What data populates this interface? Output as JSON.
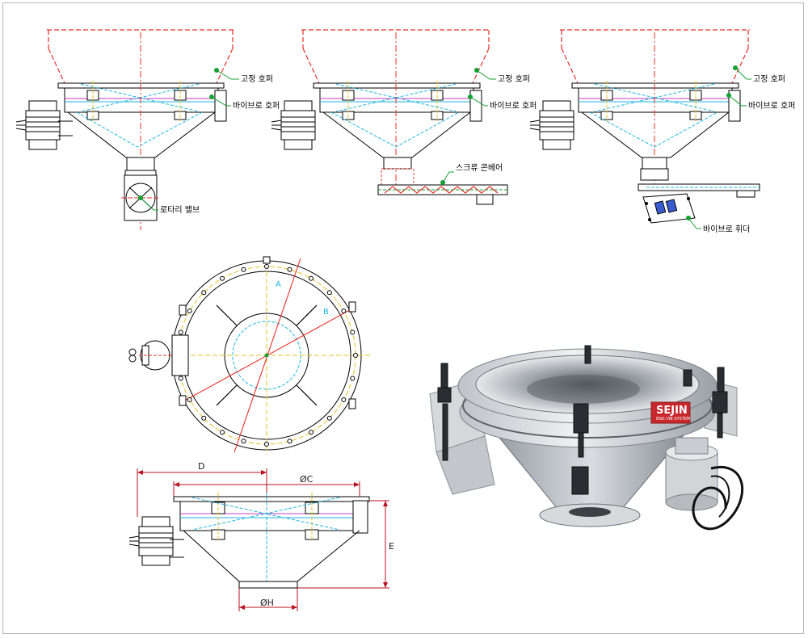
{
  "callouts": {
    "fixed_hopper_1": "고정 호퍼",
    "vibro_hopper_1": "바이브로 호퍼",
    "rotary_valve": "로타리 밸브",
    "fixed_hopper_2": "고정 호퍼",
    "vibro_hopper_2": "바이브로 호퍼",
    "screw_conveyor": "스크류 콘베어",
    "fixed_hopper_3": "고정 호퍼",
    "vibro_hopper_3": "바이브로 호퍼",
    "vibro_feeder": "바이브로 휘더"
  },
  "dimensions": {
    "A": "A",
    "B": "B",
    "D": "D",
    "C": "ØC",
    "E": "E",
    "H": "ØH"
  },
  "photo": {
    "brand": "SEJIN",
    "subbrand": "ENG VIB SYSTEM"
  },
  "colors": {
    "red_dash": "#e8302a",
    "green_leader": "#14a032",
    "cyan": "#1fb6e0",
    "yellow": "#e8c020",
    "magenta": "#c040c0",
    "brand_red": "#c8282c"
  }
}
